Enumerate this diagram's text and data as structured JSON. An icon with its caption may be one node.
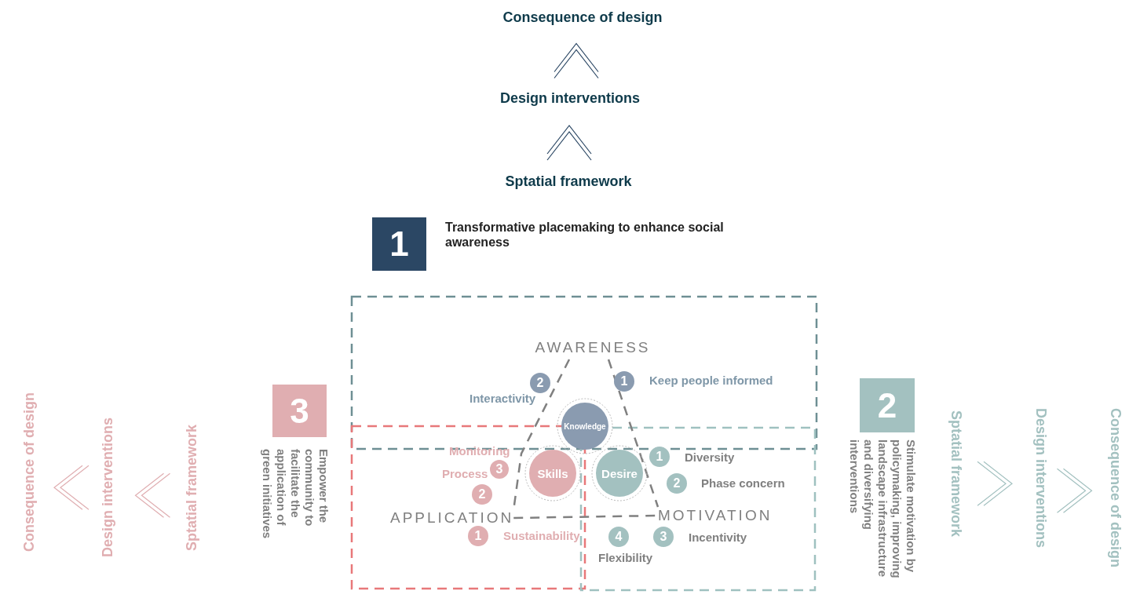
{
  "diagram": {
    "nodes": [
      {
        "text": [
          "Consequence of design"
        ]
      },
      {
        "text": [
          "Design interventions"
        ]
      },
      {
        "text": [
          "Sptatial framework"
        ]
      },
      {
        "text": [
          "1"
        ],
        "beside": [
          "Transformative placemaking to enhance social awareness"
        ]
      },
      {
        "text": [
          "AWARENESS"
        ]
      },
      {
        "text": [
          "2"
        ],
        "beside": [
          "Interactivity"
        ]
      },
      {
        "text": [
          "1"
        ],
        "beside": [
          "Keep people informed"
        ]
      },
      {
        "text": [
          "Knowledge"
        ]
      },
      {
        "text": [
          "Skills"
        ]
      },
      {
        "text": [
          "Desire"
        ]
      },
      {
        "text": [
          "3"
        ],
        "beside": [
          "Process"
        ]
      },
      {
        "text": [
          "2"
        ]
      },
      {
        "text": [
          "APPLICATION"
        ]
      },
      {
        "text": [
          "1"
        ],
        "beside": [
          "Sustainability"
        ]
      },
      {
        "text": [
          "1"
        ],
        "beside": [
          "Diversity"
        ]
      },
      {
        "text": [
          "2"
        ],
        "beside": [
          "Phase concern"
        ]
      },
      {
        "text": [
          "MOTIVATION"
        ]
      },
      {
        "text": [
          "4"
        ],
        "beside": [
          "Flexibility"
        ]
      },
      {
        "text": [
          "3"
        ],
        "beside": [
          "Incentivity"
        ]
      },
      {
        "text": [
          "3"
        ],
        "beside": [
          "Empower the community to facilitate the application of green initiatives"
        ]
      },
      {
        "text": [
          "Consequence of design"
        ]
      },
      {
        "text": [
          "Design interventions"
        ]
      },
      {
        "text": [
          "Sptatial framework"
        ]
      },
      {
        "text": [
          "2"
        ],
        "beside": [
          "Stimulate motivation by policymaking, improving landscape infrastructure and diversifying interventions"
        ]
      },
      {
        "text": [
          "Sptatial framework"
        ]
      },
      {
        "text": [
          "Design interventions"
        ]
      },
      {
        "text": [
          "Consequence of design"
        ]
      }
    ],
    "edges": [
      {
        "from": 2,
        "to": 1,
        "arrow": "to",
        "color": "#2b4764"
      },
      {
        "from": 1,
        "to": 0,
        "arrow": "to",
        "color": "#2b4764"
      },
      {
        "from": 4,
        "to": 12,
        "arrow": "none",
        "style": "dashed",
        "color": "#808080"
      },
      {
        "from": 4,
        "to": 16,
        "arrow": "none",
        "style": "dashed",
        "color": "#808080"
      },
      {
        "from": 12,
        "to": 16,
        "arrow": "none",
        "style": "dashed",
        "color": "#808080"
      },
      {
        "from": 22,
        "to": 21,
        "arrow": "to",
        "color": "#e0aeb1"
      },
      {
        "from": 21,
        "to": 20,
        "arrow": "to",
        "color": "#e0aeb1"
      },
      {
        "from": 24,
        "to": 25,
        "arrow": "to",
        "color": "#a3c1c0"
      },
      {
        "from": 25,
        "to": 26,
        "arrow": "to",
        "color": "#a3c1c0"
      }
    ],
    "labels": [
      "Monitoring"
    ]
  }
}
